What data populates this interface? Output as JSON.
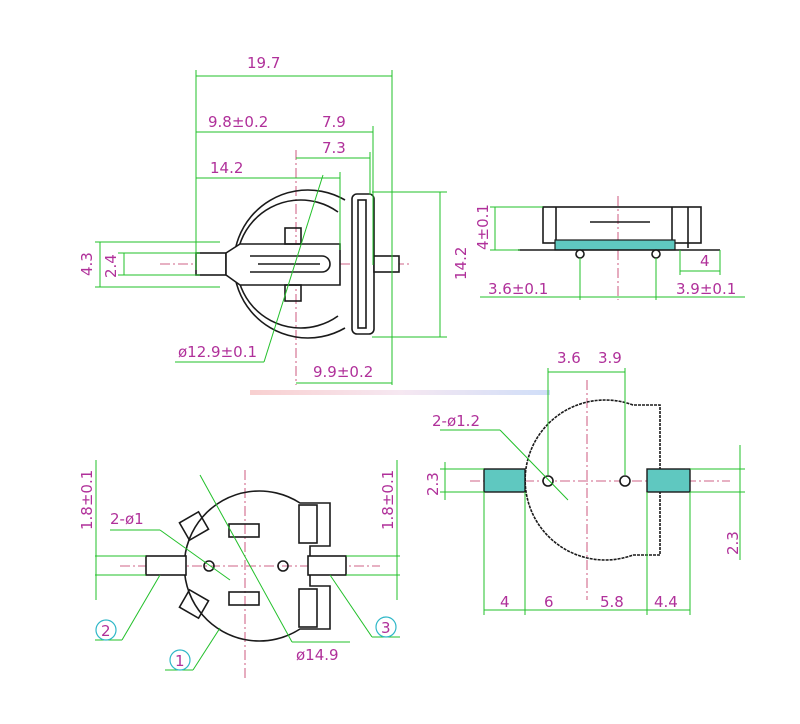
{
  "top_view": {
    "overall_width": "19.7",
    "left_to_center": "9.8±0.2",
    "center_to_clip": "7.9",
    "center_to_clip_inner": "7.3",
    "body_width": "14.2",
    "height": "14.2",
    "tab_height_outer": "4.3",
    "tab_height_inner": "2.4",
    "cell_diameter": "ø12.9±0.1",
    "center_to_tab_end": "9.9±0.2"
  },
  "side_view": {
    "height": "4±0.1",
    "tab_length": "4",
    "left_pin": "3.6±0.1",
    "right_pin": "3.9±0.1"
  },
  "bottom_view": {
    "tab_width_left": "1.8±0.1",
    "tab_width_right": "1.8±0.1",
    "holes": "2-ø1",
    "outline_diameter": "ø14.9",
    "callouts": [
      "1",
      "2",
      "3"
    ]
  },
  "pcb_footprint": {
    "hole_left": "3.6",
    "hole_right": "3.9",
    "holes": "2-ø1.2",
    "pad_height_left": "2.3",
    "pad_height_right": "2.3",
    "bottom_dims": [
      "4",
      "6",
      "5.8",
      "4.4"
    ]
  },
  "colors": {
    "dimension": "#22c02a",
    "label": "#b0309a",
    "callout": "#30b8c8",
    "pad": "#5fc8c0"
  }
}
